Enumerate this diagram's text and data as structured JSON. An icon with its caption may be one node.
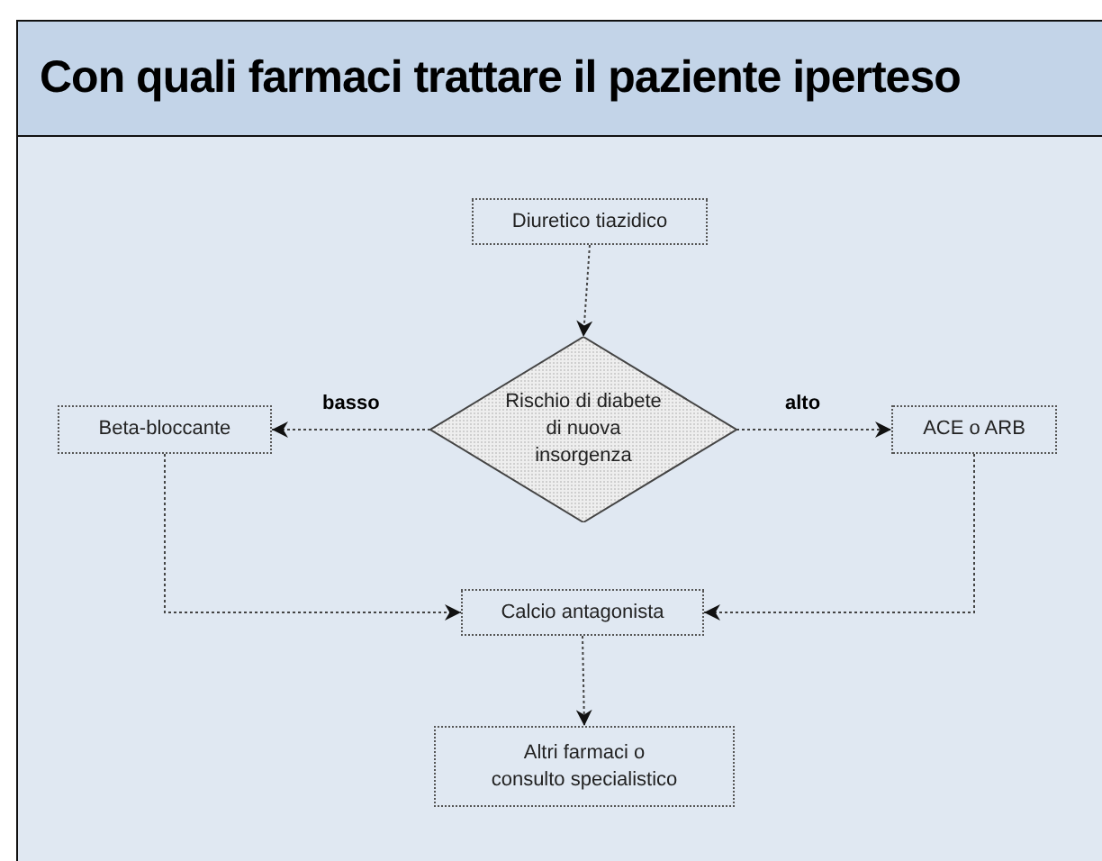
{
  "diagram": {
    "title": "Con quali farmaci trattare il paziente iperteso",
    "nodes": [
      {
        "text": [
          "Diuretico tiazidico"
        ]
      },
      {
        "text": [
          "Rischio di diabete di nuova insorgenza"
        ]
      },
      {
        "text": [
          "Beta-bloccante"
        ]
      },
      {
        "text": [
          "ACE o ARB"
        ]
      },
      {
        "text": [
          "Calcio antagonista"
        ]
      },
      {
        "text": [
          "Altri farmaci o consulto specialistico"
        ]
      }
    ],
    "edges": [
      {
        "from": 0,
        "to": 1,
        "arrow": "to"
      },
      {
        "from": 1,
        "to": 2,
        "arrow": "to",
        "label": "basso"
      },
      {
        "from": 1,
        "to": 3,
        "arrow": "to",
        "label": "alto"
      },
      {
        "from": 2,
        "to": 4,
        "arrow": "to"
      },
      {
        "from": 3,
        "to": 4,
        "arrow": "to"
      },
      {
        "from": 4,
        "to": 5,
        "arrow": "to"
      }
    ]
  }
}
